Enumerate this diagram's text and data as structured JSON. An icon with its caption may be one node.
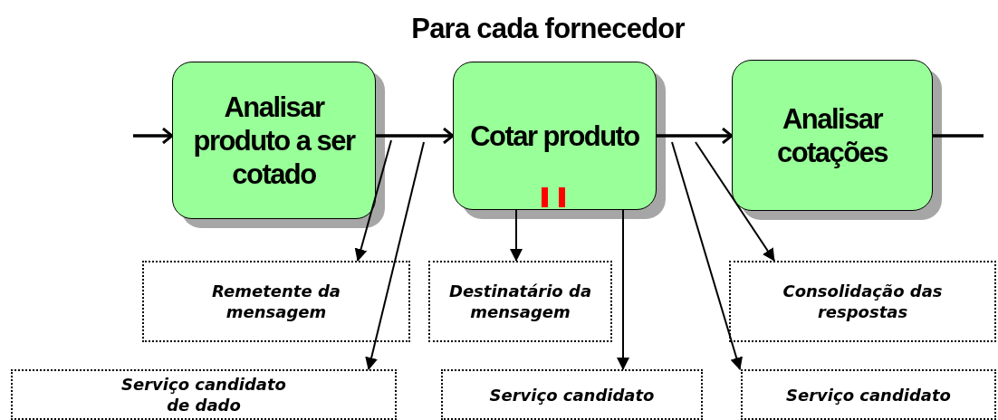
{
  "diagram": {
    "title": "Para cada fornecedor",
    "nodes": [
      {
        "text": [
          "Analisar produto a ser cotado"
        ]
      },
      {
        "text": [
          "Cotar produto"
        ]
      },
      {
        "text": [
          "Analisar cotações"
        ]
      },
      {
        "text": [
          "Remetente da mensagem"
        ]
      },
      {
        "text": [
          "Destinatário da mensagem"
        ]
      },
      {
        "text": [
          "Consolidação das respostas"
        ]
      },
      {
        "text": [
          "Serviço candidato de dado"
        ]
      },
      {
        "text": [
          "Serviço candidato"
        ]
      },
      {
        "text": [
          "Serviço candidato"
        ]
      }
    ],
    "edges": [
      {
        "from": null,
        "to": 0,
        "arrow": "to"
      },
      {
        "from": 0,
        "to": 1,
        "arrow": "to"
      },
      {
        "from": 1,
        "to": 2,
        "arrow": "to"
      },
      {
        "from": 2,
        "to": null,
        "arrow": "none"
      },
      {
        "from": null,
        "to": 3,
        "arrow": "to"
      },
      {
        "from": null,
        "to": 6,
        "arrow": "to"
      },
      {
        "from": 1,
        "to": 4,
        "arrow": "to"
      },
      {
        "from": 1,
        "to": 7,
        "arrow": "to"
      },
      {
        "from": null,
        "to": 8,
        "arrow": "to"
      },
      {
        "from": null,
        "to": 5,
        "arrow": "to"
      }
    ]
  }
}
